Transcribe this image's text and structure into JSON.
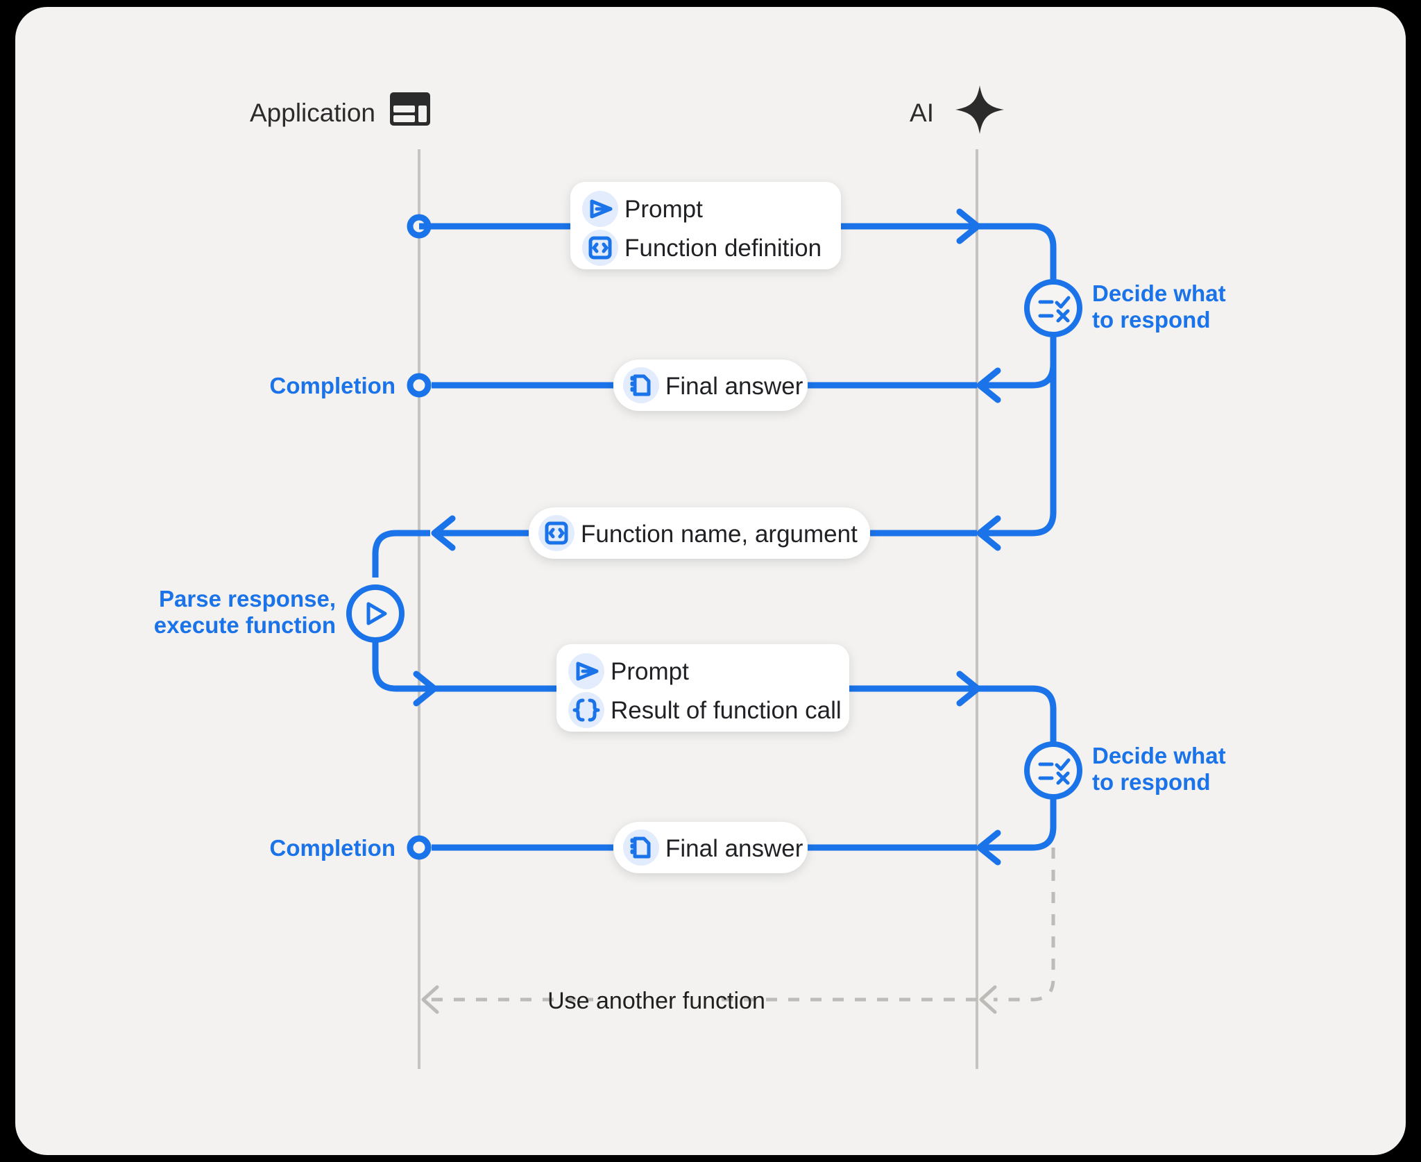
{
  "meta": {
    "background": "#000000",
    "card_background": "#f3f2f0",
    "accent": "#1a73e8",
    "accent_soft": "#e3ecfd",
    "lifeline_color": "#c6c4c1",
    "dashed_color": "#bdbbb8",
    "text_dark": "#202124"
  },
  "lanes": {
    "left": {
      "label": "Application",
      "icon": "dashboard-layout-icon"
    },
    "right": {
      "label": "AI",
      "icon": "sparkle-icon"
    }
  },
  "steps": [
    {
      "id": "request-1",
      "direction": "app-to-ai",
      "start_label": "",
      "pill": {
        "rows": [
          {
            "icon": "send-prompt-icon",
            "label": "Prompt"
          },
          {
            "icon": "code-brackets-box-icon",
            "label": "Function definition"
          }
        ]
      }
    },
    {
      "id": "decide-1",
      "lane": "ai",
      "node_icon": "checklist-decision-icon",
      "label_line1": "Decide what",
      "label_line2": "to respond"
    },
    {
      "id": "completion-1",
      "direction": "ai-to-app",
      "start_label": "Completion",
      "pill": {
        "rows": [
          {
            "icon": "document-icon",
            "label": "Final answer"
          }
        ]
      }
    },
    {
      "id": "function-call",
      "direction": "ai-to-app",
      "start_label": "",
      "pill": {
        "rows": [
          {
            "icon": "code-brackets-box-icon",
            "label": "Function name,  argument"
          }
        ]
      }
    },
    {
      "id": "parse-execute",
      "lane": "app",
      "node_icon": "play-icon",
      "label_line1": "Parse response,",
      "label_line2": "execute function"
    },
    {
      "id": "request-2",
      "direction": "app-to-ai",
      "start_label": "",
      "pill": {
        "rows": [
          {
            "icon": "send-prompt-icon",
            "label": "Prompt"
          },
          {
            "icon": "curly-braces-icon",
            "label": "Result of function call"
          }
        ]
      }
    },
    {
      "id": "decide-2",
      "lane": "ai",
      "node_icon": "checklist-decision-icon",
      "label_line1": "Decide what",
      "label_line2": "to respond"
    },
    {
      "id": "completion-2",
      "direction": "ai-to-app",
      "start_label": "Completion",
      "pill": {
        "rows": [
          {
            "icon": "document-icon",
            "label": "Final answer"
          }
        ]
      }
    }
  ],
  "loop": {
    "label": "Use another function",
    "style": "dashed"
  },
  "text": {
    "application": "Application",
    "ai": "AI",
    "prompt": "Prompt",
    "function_definition": "Function definition",
    "decide_1_l1": "Decide what",
    "decide_1_l2": "to respond",
    "decide_2_l1": "Decide what",
    "decide_2_l2": "to respond",
    "completion_1": "Completion",
    "completion_2": "Completion",
    "final_answer_1": "Final answer",
    "final_answer_2": "Final answer",
    "function_name_argument": "Function name,  argument",
    "parse_l1": "Parse response,",
    "parse_l2": "execute function",
    "prompt_2": "Prompt",
    "result_of_function_call": "Result of function call",
    "use_another_function": "Use another function"
  }
}
